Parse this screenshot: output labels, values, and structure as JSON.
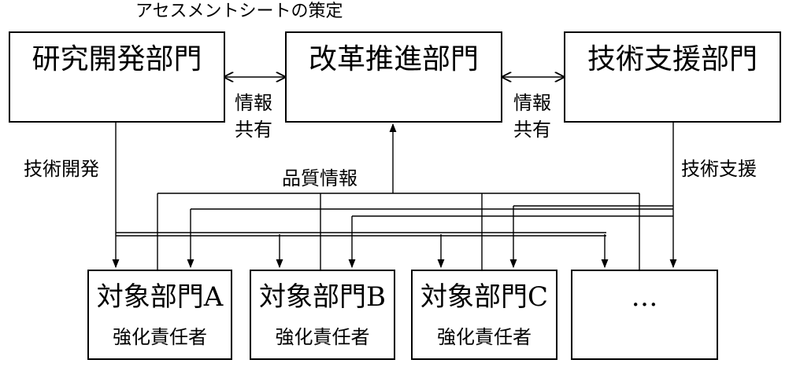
{
  "caption": "アセスメントシートの策定",
  "top_boxes": {
    "research": "研究開発部門",
    "reform": "改革推進部門",
    "tech_support": "技術支援部門"
  },
  "labels": {
    "info_share_left_1": "情報",
    "info_share_left_2": "共有",
    "info_share_right_1": "情報",
    "info_share_right_2": "共有",
    "tech_dev": "技術開発",
    "quality_info": "品質情報",
    "tech_support": "技術支援"
  },
  "targets": [
    {
      "title": "対象部門A",
      "sub": "強化責任者"
    },
    {
      "title": "対象部門B",
      "sub": "強化責任者"
    },
    {
      "title": "対象部門C",
      "sub": "強化責任者"
    },
    {
      "title": "…",
      "sub": ""
    }
  ]
}
